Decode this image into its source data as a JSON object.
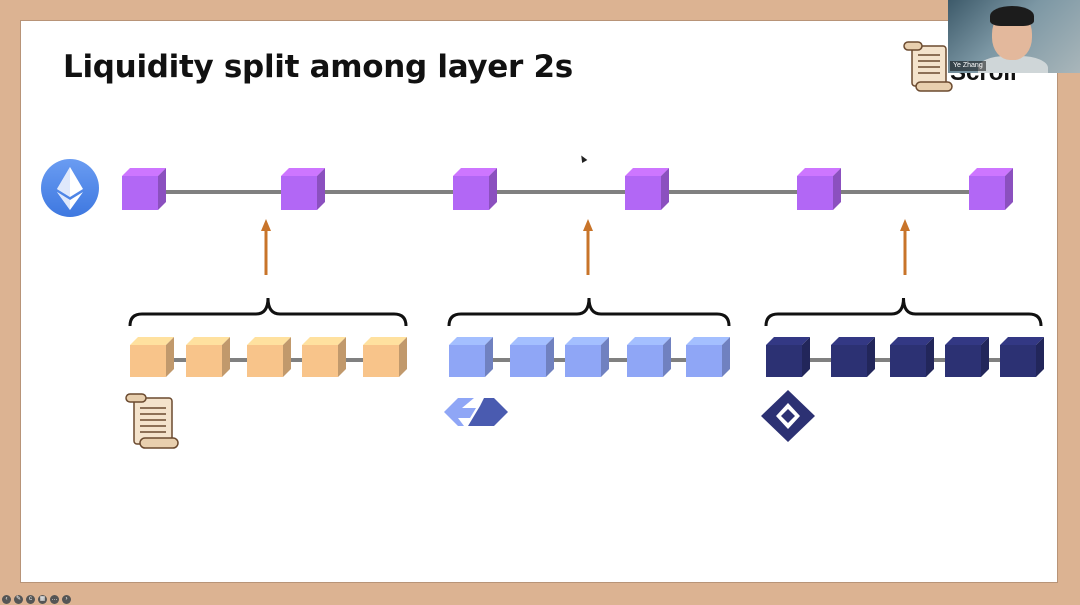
{
  "slide": {
    "title": "Liquidity split among layer 2s"
  },
  "layer1": {
    "logo_icon": "ethereum-icon",
    "block_color": "#b267f5"
  },
  "rollups": [
    {
      "block_color": "#f8c48a",
      "logo_icon": "scroll-icon"
    },
    {
      "block_color": "#8fa6f6",
      "logo_icon": "arbitrum-arrows-icon"
    },
    {
      "block_color": "#2c3173",
      "logo_icon": "diamond-logo-icon"
    }
  ],
  "header_logo": {
    "icon": "scroll-icon",
    "text": "Scroll"
  },
  "video_overlay": {
    "participant_name": "Ye Zhang"
  },
  "colors": {
    "arrow": "#c8742a",
    "chain_line": "#808080",
    "slide_border": "#dcb392"
  }
}
